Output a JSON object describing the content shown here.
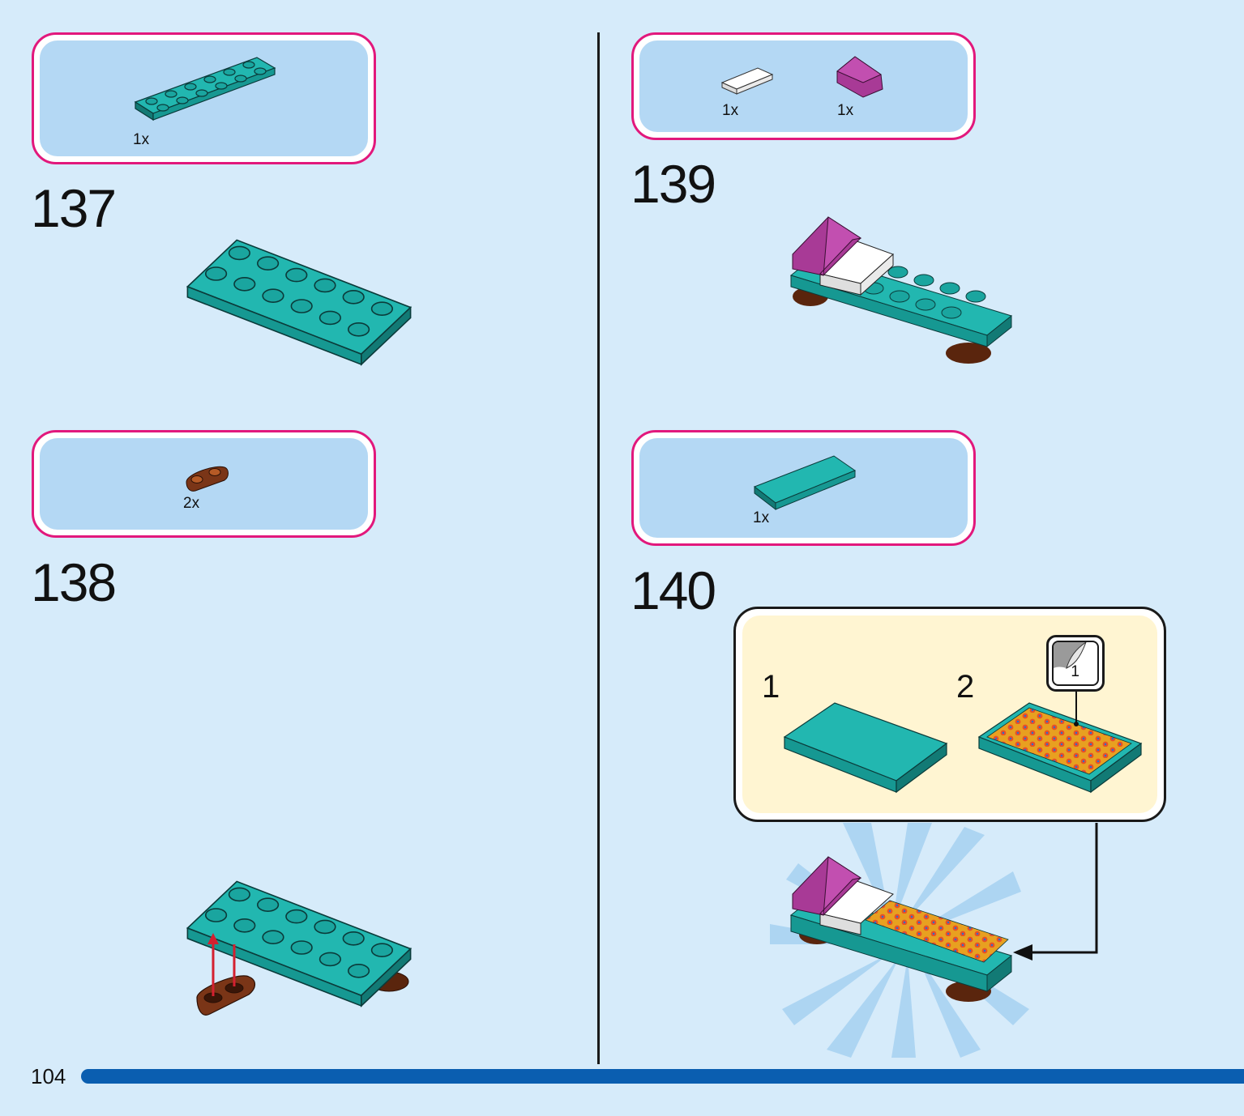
{
  "page": {
    "number": "104"
  },
  "steps": [
    {
      "number": "137",
      "parts": [
        {
          "name": "teal-plate-2x6",
          "qty": "1x"
        }
      ]
    },
    {
      "number": "138",
      "parts": [
        {
          "name": "brown-plate-1x2-rounded",
          "qty": "2x"
        }
      ]
    },
    {
      "number": "139",
      "parts": [
        {
          "name": "white-tile-1x2",
          "qty": "1x"
        },
        {
          "name": "purple-slope",
          "qty": "1x"
        }
      ]
    },
    {
      "number": "140",
      "parts": [
        {
          "name": "teal-tile-2x4",
          "qty": "1x"
        }
      ],
      "callout": {
        "sub_steps": [
          "1",
          "2"
        ],
        "sticker_number": "1"
      }
    }
  ],
  "colors": {
    "background": "#d6ebfa",
    "parts_box_border": "#e2187c",
    "parts_box_fill": "#b4d8f4",
    "teal": "#1aa59f",
    "brown": "#6a2f14",
    "purple": "#a83a96",
    "callout_fill": "#fff5d2",
    "footer_bar": "#0a5eb0"
  }
}
